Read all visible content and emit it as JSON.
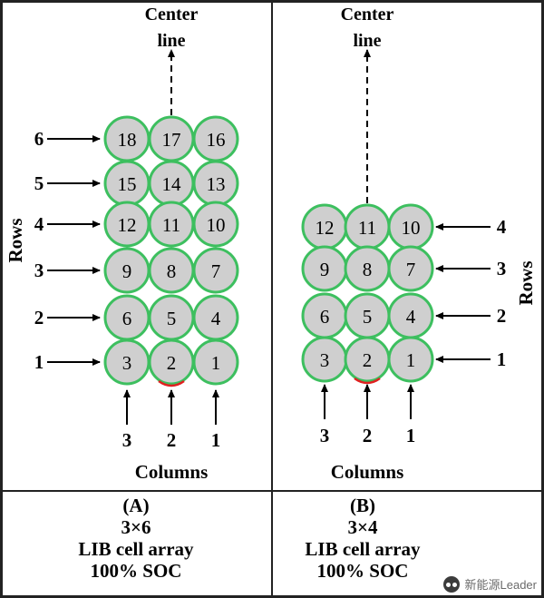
{
  "panels": [
    {
      "center_line": "Center\nline",
      "columns_title": "Columns",
      "rows_title": "Rows",
      "row_labels": [
        "1",
        "2",
        "3",
        "4",
        "5",
        "6"
      ],
      "col_labels": [
        "3",
        "2",
        "1"
      ],
      "cells": [
        [
          "18",
          "17",
          "16"
        ],
        [
          "15",
          "14",
          "13"
        ],
        [
          "12",
          "11",
          "10"
        ],
        [
          "9",
          "8",
          "7"
        ],
        [
          "6",
          "5",
          "4"
        ],
        [
          "3",
          "2",
          "1"
        ]
      ],
      "caption": [
        "(A)",
        "3×6",
        "LIB cell array",
        "100% SOC"
      ]
    },
    {
      "center_line": "Center\nline",
      "columns_title": "Columns",
      "rows_title": "Rows",
      "row_labels": [
        "1",
        "2",
        "3",
        "4"
      ],
      "col_labels": [
        "3",
        "2",
        "1"
      ],
      "cells": [
        [
          "12",
          "11",
          "10"
        ],
        [
          "9",
          "8",
          "7"
        ],
        [
          "6",
          "5",
          "4"
        ],
        [
          "3",
          "2",
          "1"
        ]
      ],
      "caption": [
        "(B)",
        "3×4",
        "LIB cell array",
        "100% SOC"
      ]
    }
  ],
  "colors": {
    "cell_fill": "#cfcfcf",
    "cell_stroke": "#3dbf5f",
    "trigger": "#e02020",
    "border": "#222222"
  },
  "watermark": "新能源Leader"
}
